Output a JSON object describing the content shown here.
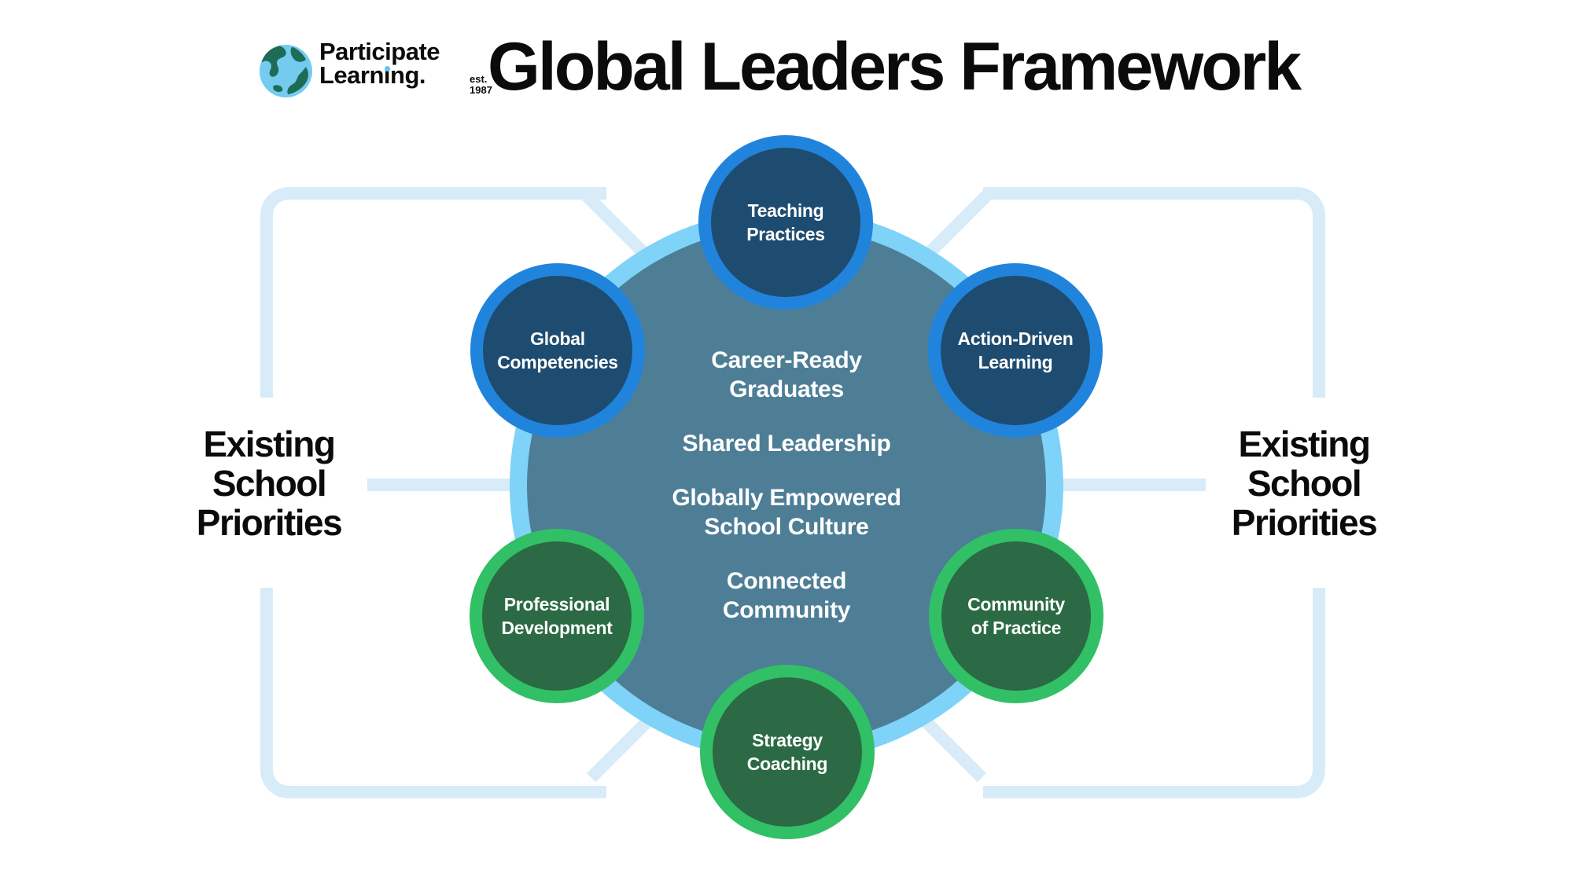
{
  "header": {
    "logo": {
      "brand_line1": "Participate",
      "brand_line2_pre": "Learn",
      "brand_line2_i": "ı",
      "brand_line2_post": "ng.",
      "est_label": "est.",
      "est_year": "1987"
    },
    "title": "Global Leaders Framework"
  },
  "side_labels": {
    "left": {
      "lines": [
        "Existing",
        "School",
        "Priorities"
      ]
    },
    "right": {
      "lines": [
        "Existing",
        "School",
        "Priorities"
      ]
    }
  },
  "center_circle": {
    "items": [
      {
        "lines": [
          "Career-Ready",
          "Graduates"
        ]
      },
      {
        "lines": [
          "Shared Leadership"
        ]
      },
      {
        "lines": [
          "Globally Empowered",
          "School Culture"
        ]
      },
      {
        "lines": [
          "Connected",
          "Community"
        ]
      }
    ]
  },
  "satellites": [
    {
      "id": "teaching-practices",
      "theme": "blue",
      "lines": [
        "Teaching",
        "Practices"
      ]
    },
    {
      "id": "global-competencies",
      "theme": "blue",
      "lines": [
        "Global",
        "Competencies"
      ]
    },
    {
      "id": "action-driven-learning",
      "theme": "blue",
      "lines": [
        "Action-Driven",
        "Learning"
      ]
    },
    {
      "id": "professional-development",
      "theme": "green",
      "lines": [
        "Professional",
        "Development"
      ]
    },
    {
      "id": "community-of-practice",
      "theme": "green",
      "lines": [
        "Community",
        "of Practice"
      ]
    },
    {
      "id": "strategy-coaching",
      "theme": "green",
      "lines": [
        "Strategy",
        "Coaching"
      ]
    }
  ],
  "colors": {
    "background": "#FFFFFF",
    "bracket_pale_blue": "#D7ECF8",
    "center_ring": "#7FD3F8",
    "center_fill": "#4E7E96",
    "blue_circle_fill": "#1E4C70",
    "blue_circle_border": "#2184DC",
    "green_circle_fill": "#2B6A45",
    "green_circle_border": "#31C065",
    "text_dark": "#0B0B0B",
    "text_light": "#FFFFFF",
    "globe_water": "#74CBEF",
    "globe_land": "#1E6B58",
    "logo_i_dot": "#5EC7F0"
  }
}
